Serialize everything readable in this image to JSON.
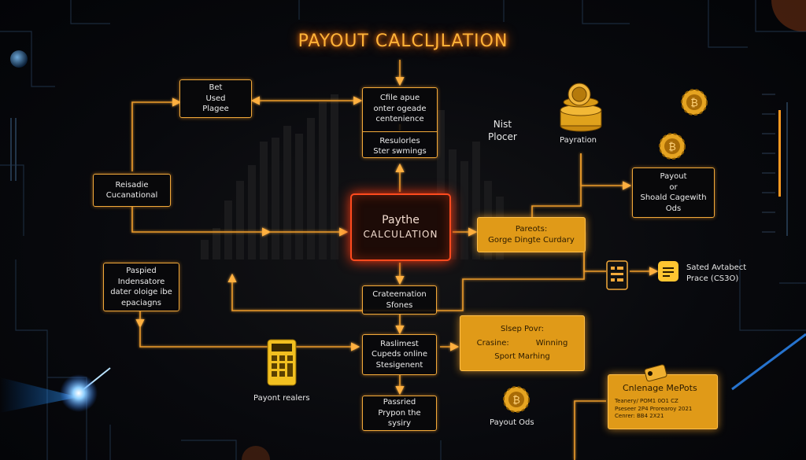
{
  "title": "PAYOUT CALCLJLATION",
  "nodes": {
    "bet_used_plage": [
      "Bet",
      "Used",
      "Plagee"
    ],
    "cfile_apue": [
      "Cfile apue",
      "onter ogeade",
      "centenience"
    ],
    "resulorles": [
      "Resulorles",
      "Ster swmings"
    ],
    "nist_plocer": [
      "Nist",
      "Plocer"
    ],
    "payration": "Payration",
    "payout_ods": [
      "Payout",
      "or",
      "Shoald Cagewith",
      "Ods"
    ],
    "reisadie": [
      "Reisadie",
      "Cucanational"
    ],
    "paythe_calculation": [
      "Paythe",
      "CALCULATION"
    ],
    "pareots": [
      "Pareots:",
      "Gorge Dingte Curdary"
    ],
    "sated_avtabect": [
      "Sated Avtabect",
      "Prace (CS3O)"
    ],
    "paspied": [
      "Paspied",
      "Indensatore",
      "dater oloige ibe",
      "epaciagns"
    ],
    "crateemation": [
      "Crateemation",
      "Sfones"
    ],
    "slsep_povr": {
      "line1": "Slsep Povr:",
      "left": "Crasine:",
      "right": "Winning",
      "line3": "Sport Marhing"
    },
    "raslimest": [
      "Raslimest",
      "Cupeds online",
      "Stesigenent"
    ],
    "payont_realers": "Payont realers",
    "passried": [
      "Passried",
      "Prypon the",
      "sysiry"
    ],
    "payout_ods_bottom": "Payout Ods",
    "cnlenage": {
      "title": "Cnlenage MePots",
      "lines": [
        "Teanery/ POM1 0O1 CZ",
        "Pseseer 2P4 Prorearoy 2021",
        "Cenrer: BB4 2X21"
      ]
    }
  },
  "colors": {
    "accent": "#f2a93a",
    "glow": "#ff6a00",
    "center_border": "#ff4a1e",
    "fill_box": "#e09a18",
    "background": "#05070c"
  },
  "icons": [
    "chip-stack-icon",
    "bitcoin-coin-icon",
    "calculator-icon",
    "phone-icon",
    "message-icon",
    "key-tag-icon",
    "lightning-icon",
    "planet-icon"
  ]
}
